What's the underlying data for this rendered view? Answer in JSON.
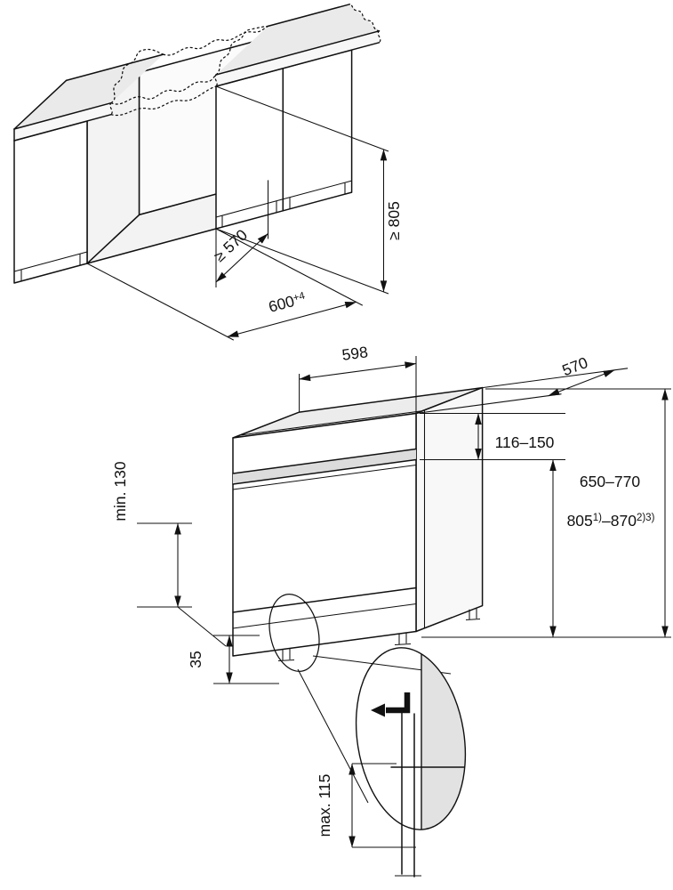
{
  "document": {
    "title": "Built-under appliance installation drawing",
    "background": "#ffffff",
    "line_color": "#111111"
  },
  "niche_view": {
    "description": "Kitchen worktop with cut-out niche between base cabinets",
    "dims": {
      "height": "≥ 805",
      "depth": "≥ 570",
      "width_base": "600",
      "width_sup": "+4"
    }
  },
  "appliance_view": {
    "description": "Appliance with installation dimensions and plinth detail",
    "dims": {
      "width": "598",
      "depth": "570",
      "panel": "116–150",
      "door": "650–770",
      "height_base": "805",
      "height_sup1": "1)",
      "height_mid": "–870",
      "height_sup2": "2)3)",
      "left_min": "min. 130",
      "foot": "35",
      "plinth": "max. 115"
    }
  }
}
